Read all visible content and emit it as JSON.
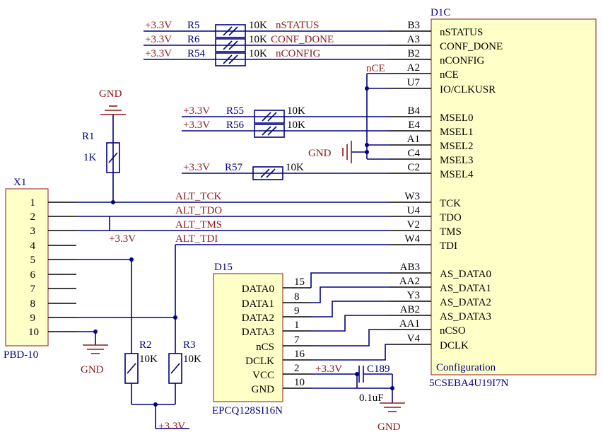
{
  "d1c": {
    "designator": "D1C",
    "footer": "Configuration",
    "part": "5CSEBA4U19I7N",
    "pins": [
      {
        "num": "B3",
        "name": "nSTATUS"
      },
      {
        "num": "A3",
        "name": "CONF_DONE"
      },
      {
        "num": "B2",
        "name": "nCONFIG"
      },
      {
        "num": "A2",
        "name": "nCE"
      },
      {
        "num": "U7",
        "name": "IO/CLKUSR"
      },
      {
        "num": "B4",
        "name": "MSEL0"
      },
      {
        "num": "E4",
        "name": "MSEL1"
      },
      {
        "num": "A1",
        "name": "MSEL2"
      },
      {
        "num": "C4",
        "name": "MSEL3"
      },
      {
        "num": "C2",
        "name": "MSEL4"
      },
      {
        "num": "W3",
        "name": "TCK"
      },
      {
        "num": "U4",
        "name": "TDO"
      },
      {
        "num": "V2",
        "name": "TMS"
      },
      {
        "num": "W4",
        "name": "TDI"
      },
      {
        "num": "AB3",
        "name": "AS_DATA0"
      },
      {
        "num": "AA2",
        "name": "AS_DATA1"
      },
      {
        "num": "Y3",
        "name": "AS_DATA2"
      },
      {
        "num": "AB2",
        "name": "AS_DATA3"
      },
      {
        "num": "AA1",
        "name": "nCSO"
      },
      {
        "num": "V4",
        "name": "DCLK"
      }
    ]
  },
  "d15": {
    "designator": "D15",
    "part": "EPCQ128SI16N",
    "pins": [
      {
        "num": "15",
        "name": "DATA0"
      },
      {
        "num": "8",
        "name": "DATA1"
      },
      {
        "num": "9",
        "name": "DATA2"
      },
      {
        "num": "1",
        "name": "DATA3"
      },
      {
        "num": "7",
        "name": "nCS"
      },
      {
        "num": "16",
        "name": "DCLK"
      },
      {
        "num": "2",
        "name": "VCC"
      },
      {
        "num": "10",
        "name": "GND"
      }
    ]
  },
  "x1": {
    "designator": "X1",
    "part": "PBD-10",
    "pins": [
      "1",
      "2",
      "3",
      "4",
      "5",
      "6",
      "7",
      "8",
      "9",
      "10"
    ]
  },
  "resistors": {
    "r5": {
      "ref": "R5",
      "value": "10K"
    },
    "r6": {
      "ref": "R6",
      "value": "10K"
    },
    "r54": {
      "ref": "R54",
      "value": "10K"
    },
    "r55": {
      "ref": "R55",
      "value": "10K"
    },
    "r56": {
      "ref": "R56",
      "value": "10K"
    },
    "r57": {
      "ref": "R57",
      "value": "10K"
    },
    "r1": {
      "ref": "R1",
      "value": "1K"
    },
    "r2": {
      "ref": "R2",
      "value": "10K"
    },
    "r3": {
      "ref": "R3",
      "value": "10K"
    }
  },
  "capacitor": {
    "ref": "C189",
    "value": "0.1uF"
  },
  "power": {
    "vcc": "+3.3V",
    "gnd": "GND"
  },
  "nets": {
    "nstatus": "nSTATUS",
    "conf_done": "CONF_DONE",
    "nconfig": "nCONFIG",
    "nce": "nCE",
    "alt_tck": "ALT_TCK",
    "alt_tdo": "ALT_TDO",
    "alt_tms": "ALT_TMS",
    "alt_tdi": "ALT_TDI"
  }
}
